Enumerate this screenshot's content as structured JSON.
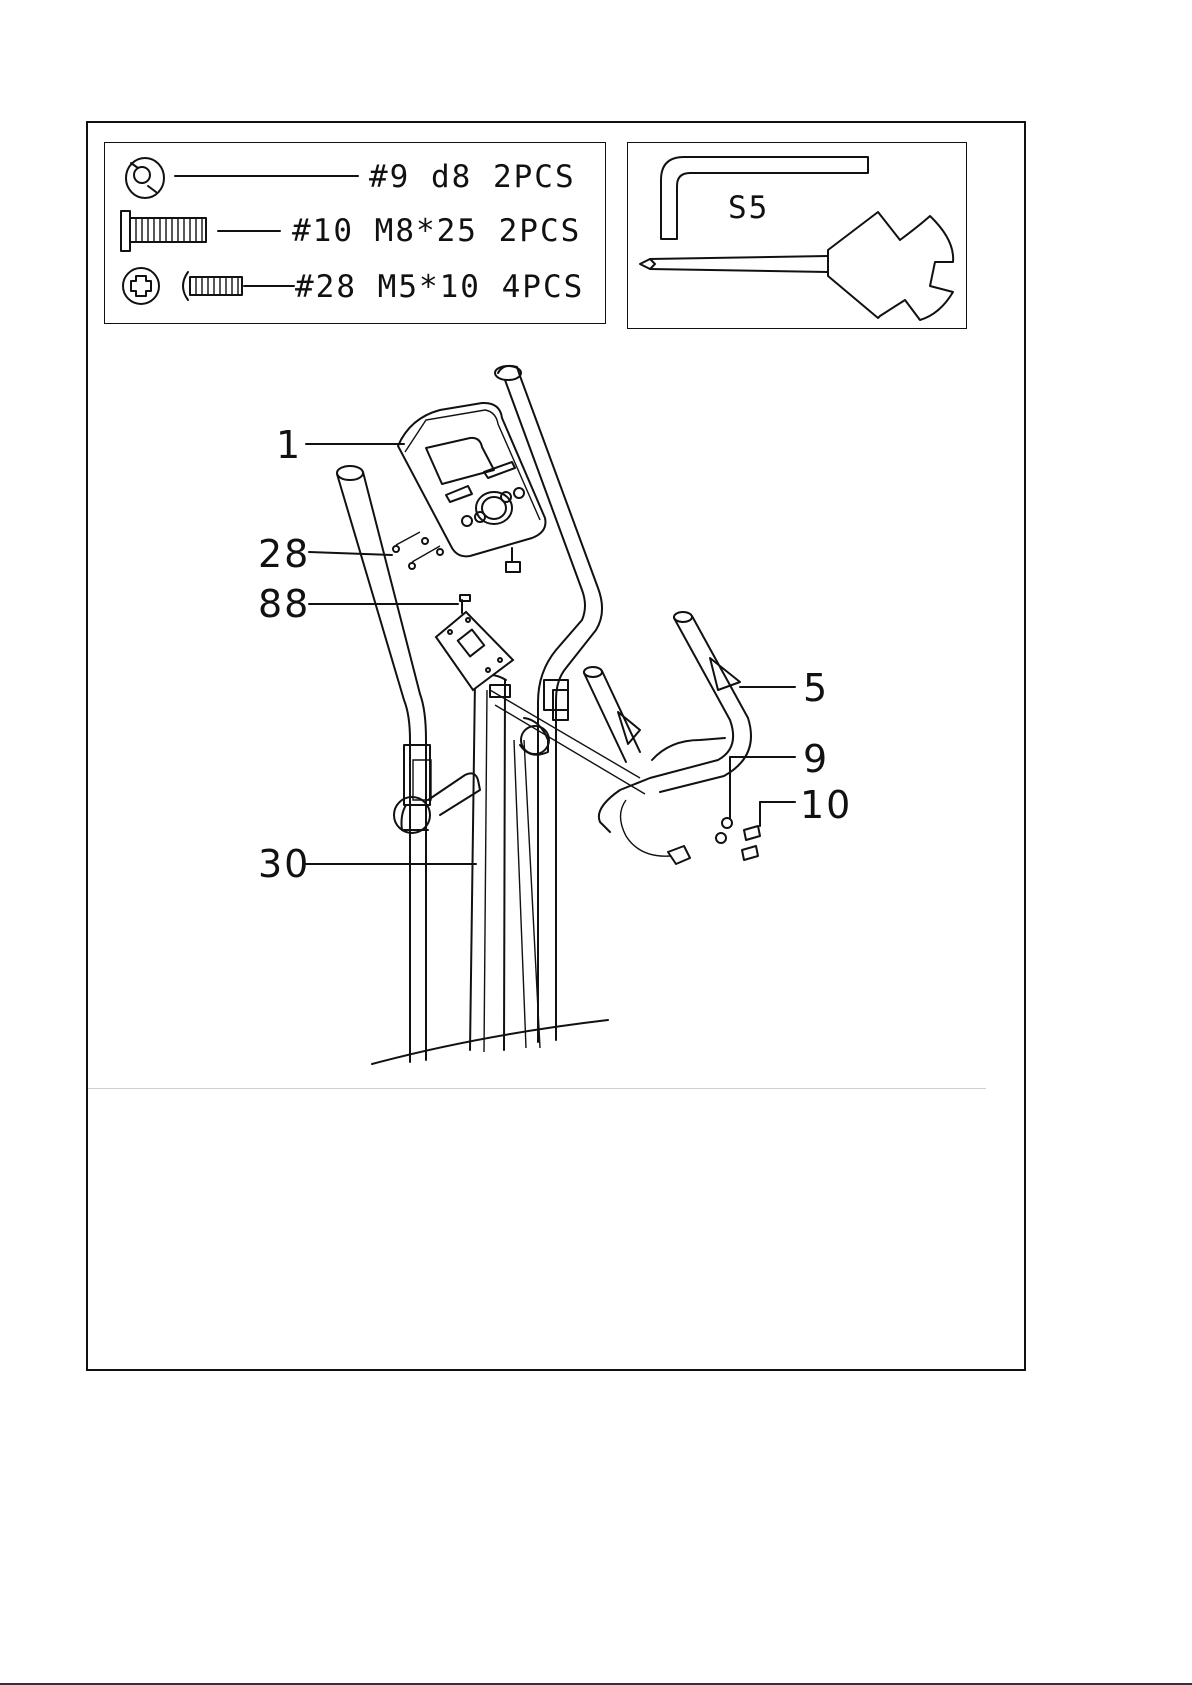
{
  "hardware": [
    {
      "text": "#9 d8 2PCS",
      "icon": "washer-icon"
    },
    {
      "text": "#10 M8*25 2PCS",
      "icon": "hex-bolt-icon"
    },
    {
      "text": "#28 M5*10 4PCS",
      "icon": "phillips-screw-icon"
    }
  ],
  "tools": {
    "allen_key_label": "S5",
    "icons": [
      "allen-key-icon",
      "screwdriver-wrench-icon"
    ]
  },
  "callouts": {
    "p1": "1",
    "p28": "28",
    "p88": "88",
    "p5": "5",
    "p9": "9",
    "p10": "10",
    "p30": "30"
  },
  "colors": {
    "line": "#111111",
    "background": "#ffffff"
  }
}
